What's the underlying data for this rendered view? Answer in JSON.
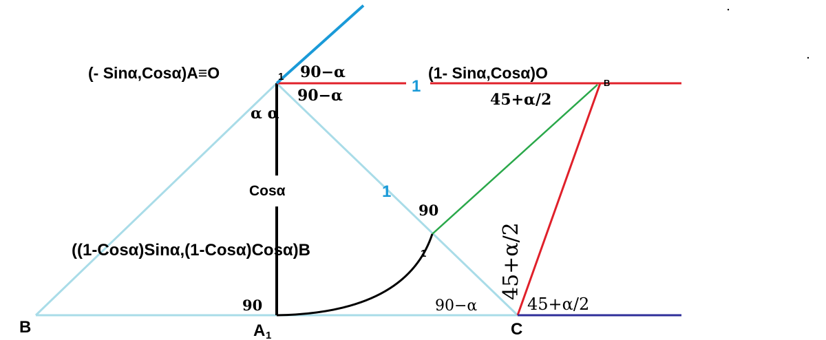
{
  "colors": {
    "background": "#ffffff",
    "triangle": "#a9dce8",
    "altitude": "#000000",
    "top_line": "#e0202a",
    "parallelogram": "#e0202a",
    "diagonal": "#2aa84a",
    "bisector_ray": "#1a9ad8",
    "base_extension": "#2e2e9a",
    "arc": "#000000",
    "text": "#000000",
    "unit_label": "#1a9ad8"
  },
  "labels": {
    "point_a_coords": "(- Sinα,Cosα)A≡O",
    "point_a_sub": "1",
    "point_b": "B",
    "point_a1": "A",
    "point_a1_sub": "1",
    "point_c": "C",
    "point_b1_coords": "((1-Cosα)Sinα,(1-Cosα)Cosα)B",
    "point_b1_sub": "1",
    "point_ob_coords": "(1- Sinα,Cosα)O",
    "point_ob_sub": "B",
    "cos_alpha": "Cosα",
    "unit_top": "1",
    "unit_side": "1"
  },
  "angles": {
    "top_upper": "90−α",
    "top_lower": "90−α",
    "apex_pair": "α α",
    "ob_angle": "45+α/2",
    "b1_right": "90",
    "a1_right": "90",
    "c_left": "90−α",
    "c_vertical": "45+α/2",
    "c_right": "45+α/2"
  }
}
